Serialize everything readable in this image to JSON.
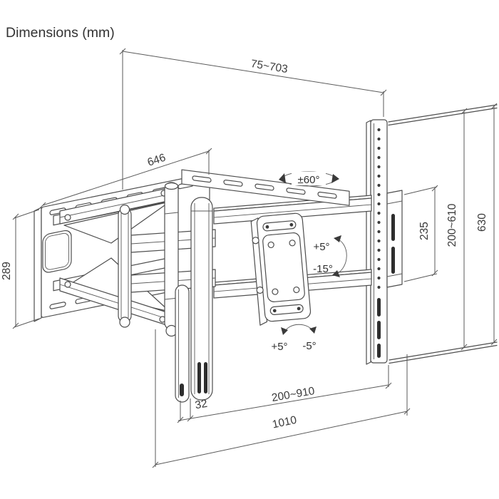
{
  "title": "Dimensions (mm)",
  "unit": "mm",
  "colors": {
    "line": "#4d4d4d",
    "text": "#3a3a3a",
    "background": "#ffffff",
    "slot_dark": "#2e2e2e"
  },
  "dims": {
    "arm_extension_top": "75~703",
    "wall_plate_width": "646",
    "wall_plate_height": "289",
    "bracket_height": "235",
    "tv_rail_range": "200~610",
    "tv_rail_height": "630",
    "column_width": "32",
    "horizontal_range": "200~910",
    "total_width": "1010"
  },
  "angles": {
    "swivel": "±60°",
    "tilt_up": "+5°",
    "tilt_down": "-15°",
    "level_left": "+5°",
    "level_right": "-5°"
  }
}
